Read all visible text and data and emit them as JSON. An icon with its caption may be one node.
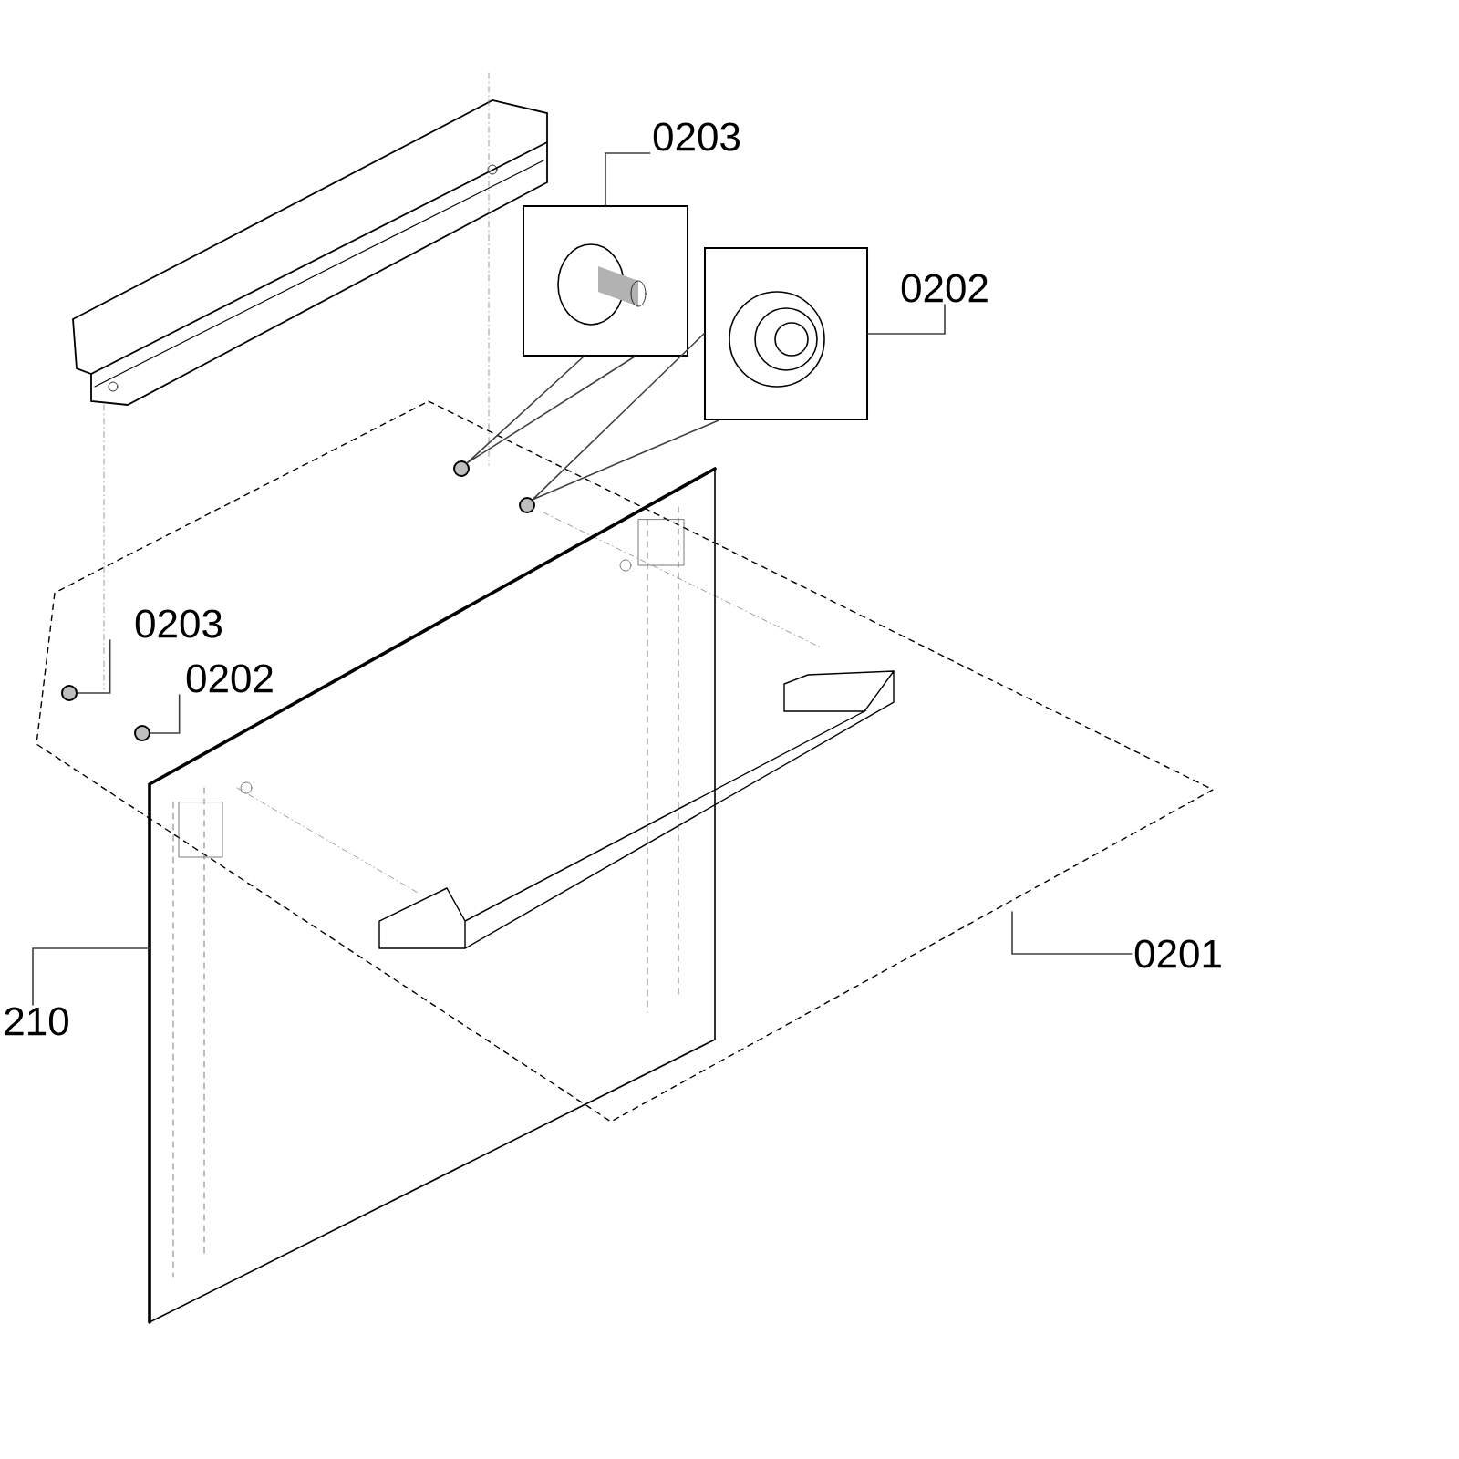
{
  "diagram": {
    "nodes": [
      {
        "text": [
          "0203"
        ]
      },
      {
        "text": [],
        "shape": "picture"
      },
      {
        "text": [],
        "shape": "circle"
      },
      {
        "text": [
          "0202"
        ]
      },
      {
        "text": [],
        "shape": "picture"
      },
      {
        "text": [],
        "shape": "circle"
      },
      {
        "text": [
          "0203"
        ]
      },
      {
        "text": [],
        "shape": "circle"
      },
      {
        "text": [
          "0202"
        ]
      },
      {
        "text": [],
        "shape": "circle"
      },
      {
        "text": [
          "0201"
        ]
      },
      {
        "text": [
          "210"
        ]
      }
    ],
    "edges": [
      {
        "from": 0,
        "to": 1,
        "arrow": "none"
      },
      {
        "from": 1,
        "to": 2,
        "arrow": "none"
      },
      {
        "from": 3,
        "to": 4,
        "arrow": "none"
      },
      {
        "from": 4,
        "to": 5,
        "arrow": "none"
      },
      {
        "from": 6,
        "to": 7,
        "arrow": "none"
      },
      {
        "from": 8,
        "to": 9,
        "arrow": "none"
      },
      {
        "from": 10,
        "to": null,
        "arrow": "none"
      },
      {
        "from": 11,
        "to": null,
        "arrow": "none"
      }
    ]
  }
}
